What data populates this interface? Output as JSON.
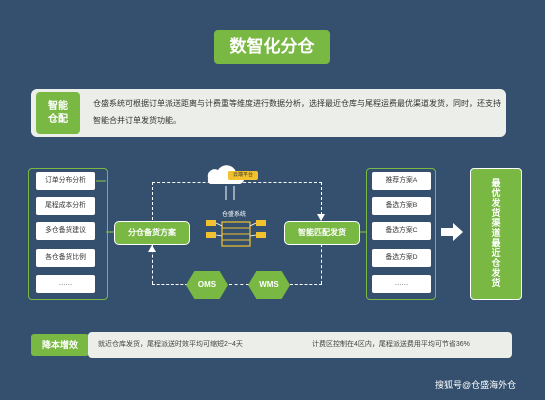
{
  "title": "数智化分仓",
  "intro": {
    "label": "智能\n仓配",
    "text": "仓盛系统可根据订单派送距离与计费重等维度进行数据分析，选择最近仓库与尾程运费最优渠道发货，同时，还支持智能合并订单发货功能。"
  },
  "left_items": [
    "订单分布分析",
    "尾程成本分析",
    "多仓备货建议",
    "各仓备货比例",
    "……"
  ],
  "right_items": [
    "推荐方案A",
    "备选方案B",
    "备选方案C",
    "备选方案D",
    "……"
  ],
  "center": {
    "left_pill": "分仓备货方案",
    "right_pill": "智能匹配发货",
    "system_label": "仓盛系统",
    "cloud_label": "云端平台",
    "hex_left": "OMS",
    "hex_right": "WMS"
  },
  "result": "最优发货渠道最近仓发货",
  "bottom": {
    "label": "降本增效",
    "box1": "就近仓库发货，尾程派送时效平均可缩短2~4天",
    "box2": "计费区控制在4区内，尾程派送费用平均可节省36%"
  },
  "watermark": "搜狐号@仓盛海外仓",
  "colors": {
    "accent": "#79b843",
    "background": "#34506e",
    "highlight": "#f2c12e"
  }
}
